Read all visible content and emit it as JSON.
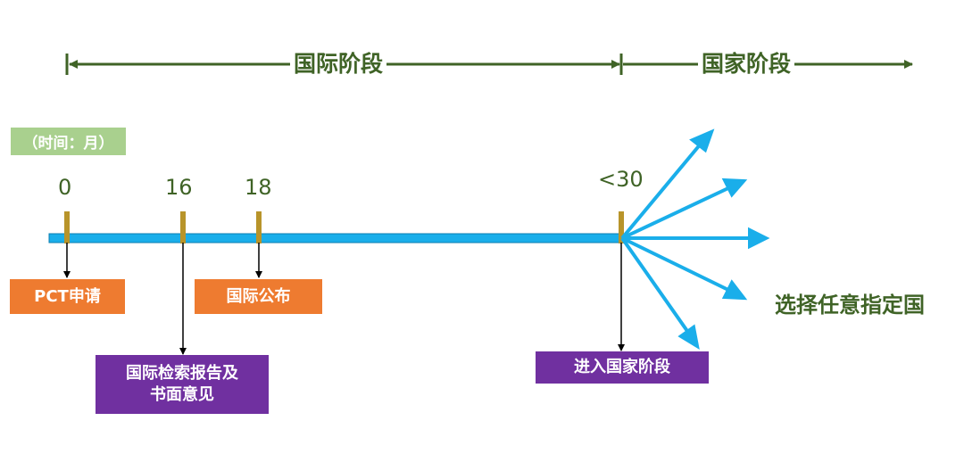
{
  "phases": {
    "international": "国际阶段",
    "national": "国家阶段"
  },
  "unit_label": "（时间：月）",
  "timeline": {
    "ticks": [
      "0",
      "16",
      "18",
      "<30"
    ]
  },
  "events": {
    "pct_filing": "PCT申请",
    "search_report_line1": "国际检索报告及",
    "search_report_line2": "书面意见",
    "publication": "国际公布",
    "national_entry": "进入国家阶段"
  },
  "destination": "选择任意指定国",
  "colors": {
    "phase_line": "#3f6326",
    "timeline_bar": "#1aaeea",
    "tick_marker": "#b8942a",
    "orange_box": "#ee7b30",
    "purple_box": "#7030a0",
    "unit_box": "#a9d08e",
    "fan_arrows": "#1aaeea"
  }
}
